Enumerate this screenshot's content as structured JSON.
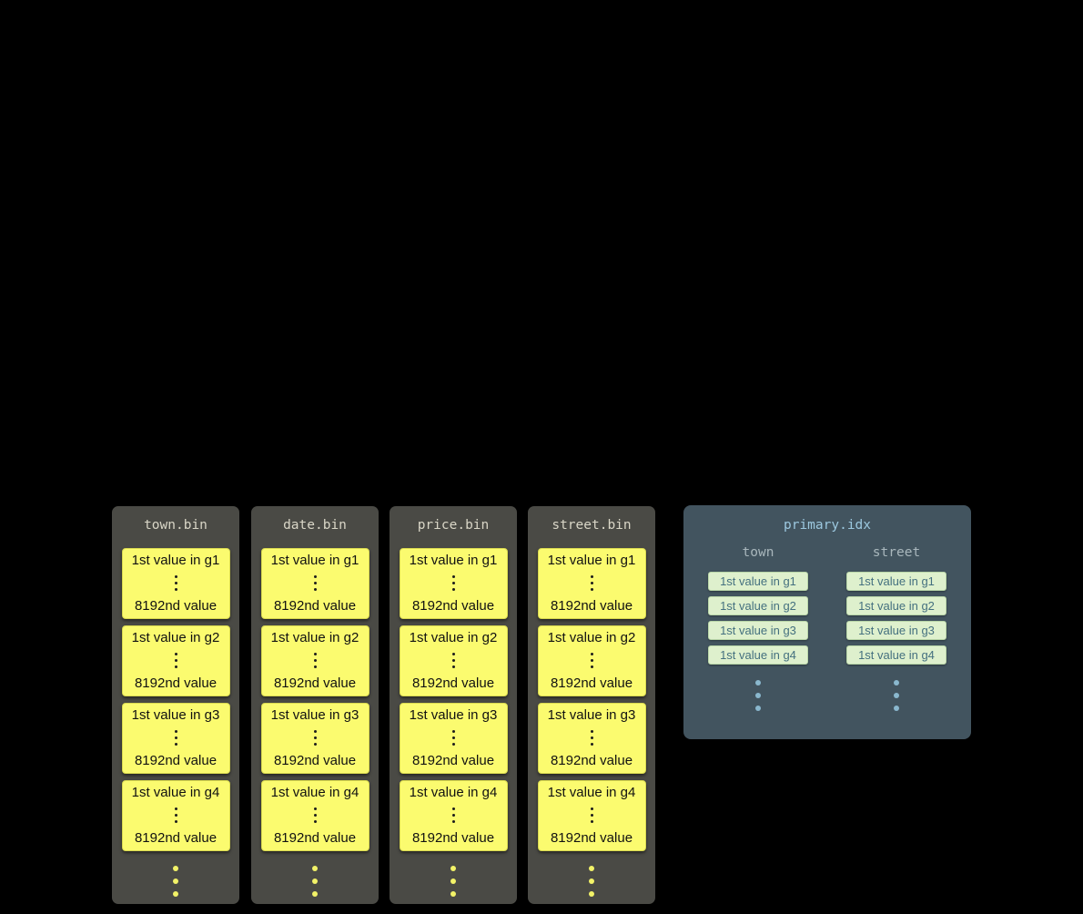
{
  "colors": {
    "background": "#000000",
    "bin_panel": "#4a4a45",
    "bin_title_text": "#d9d6c7",
    "granule_fill": "#fbfb6f",
    "granule_text": "#111111",
    "ellipsis_yellow": "#f2f268",
    "idx_panel": "#42545f",
    "idx_title_text": "#9cc8df",
    "idx_column_label_text": "#a9b7bc",
    "idx_entry_fill": "#def0cd",
    "idx_entry_text": "#44707f",
    "ellipsis_blue": "#8ab8ce"
  },
  "bin_files": [
    {
      "title": "town.bin",
      "granules": [
        {
          "first": "1st value in g1",
          "last": "8192nd value"
        },
        {
          "first": "1st value in g2",
          "last": "8192nd value"
        },
        {
          "first": "1st value in g3",
          "last": "8192nd value"
        },
        {
          "first": "1st value in g4",
          "last": "8192nd value"
        }
      ]
    },
    {
      "title": "date.bin",
      "granules": [
        {
          "first": "1st value in g1",
          "last": "8192nd value"
        },
        {
          "first": "1st value in g2",
          "last": "8192nd value"
        },
        {
          "first": "1st value in g3",
          "last": "8192nd value"
        },
        {
          "first": "1st value in g4",
          "last": "8192nd value"
        }
      ]
    },
    {
      "title": "price.bin",
      "granules": [
        {
          "first": "1st value in g1",
          "last": "8192nd value"
        },
        {
          "first": "1st value in g2",
          "last": "8192nd value"
        },
        {
          "first": "1st value in g3",
          "last": "8192nd value"
        },
        {
          "first": "1st value in g4",
          "last": "8192nd value"
        }
      ]
    },
    {
      "title": "street.bin",
      "granules": [
        {
          "first": "1st value in g1",
          "last": "8192nd value"
        },
        {
          "first": "1st value in g2",
          "last": "8192nd value"
        },
        {
          "first": "1st value in g3",
          "last": "8192nd value"
        },
        {
          "first": "1st value in g4",
          "last": "8192nd value"
        }
      ]
    }
  ],
  "index_file": {
    "title": "primary.idx",
    "columns": [
      {
        "name": "town",
        "entries": [
          "1st value in g1",
          "1st value in g2",
          "1st value in g3",
          "1st value in g4"
        ]
      },
      {
        "name": "street",
        "entries": [
          "1st value in g1",
          "1st value in g2",
          "1st value in g3",
          "1st value in g4"
        ]
      }
    ]
  }
}
